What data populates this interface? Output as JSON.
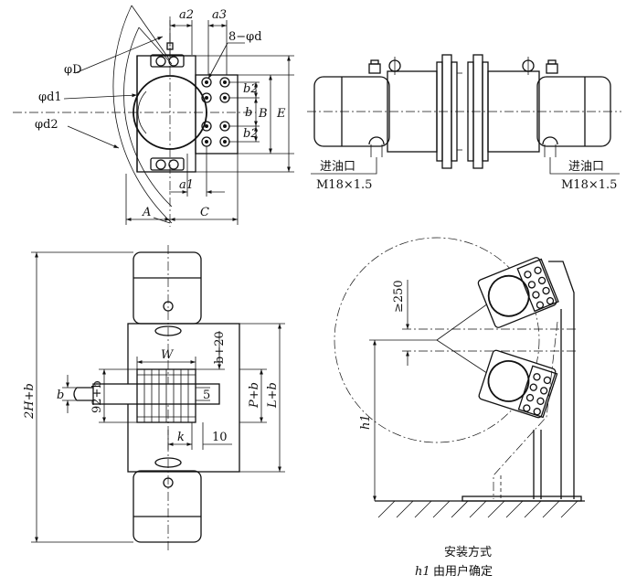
{
  "diagram": {
    "top_left_view": {
      "labels": {
        "a2": "a2",
        "a3": "a3",
        "holes": "8−φd",
        "phiD": "φD",
        "phid1": "φd1",
        "phid2": "φd2",
        "b2_top": "b2",
        "b": "b",
        "b2_bottom": "b2",
        "B": "B",
        "E": "E",
        "a1": "a1",
        "A": "A",
        "C": "C"
      }
    },
    "top_right_view": {
      "left_port_title": "进油口",
      "left_port_spec": "M18×1.5",
      "right_port_title": "进油口",
      "right_port_spec": "M18×1.5"
    },
    "bottom_left_view": {
      "labels": {
        "two_H_b": "2H+b",
        "W": "W",
        "b_plus_20": "b+20",
        "ninety_two_b": "92+b",
        "b": "b",
        "five": "5",
        "P_b": "P+b",
        "L_b": "L+b",
        "k": "k",
        "ten": "10"
      }
    },
    "bottom_right_view": {
      "labels": {
        "ge250": "≥250",
        "h1": "h1"
      },
      "caption_line1": "安装方式",
      "caption_line2_var": "h1",
      "caption_line2_text": "由用户确定"
    }
  }
}
